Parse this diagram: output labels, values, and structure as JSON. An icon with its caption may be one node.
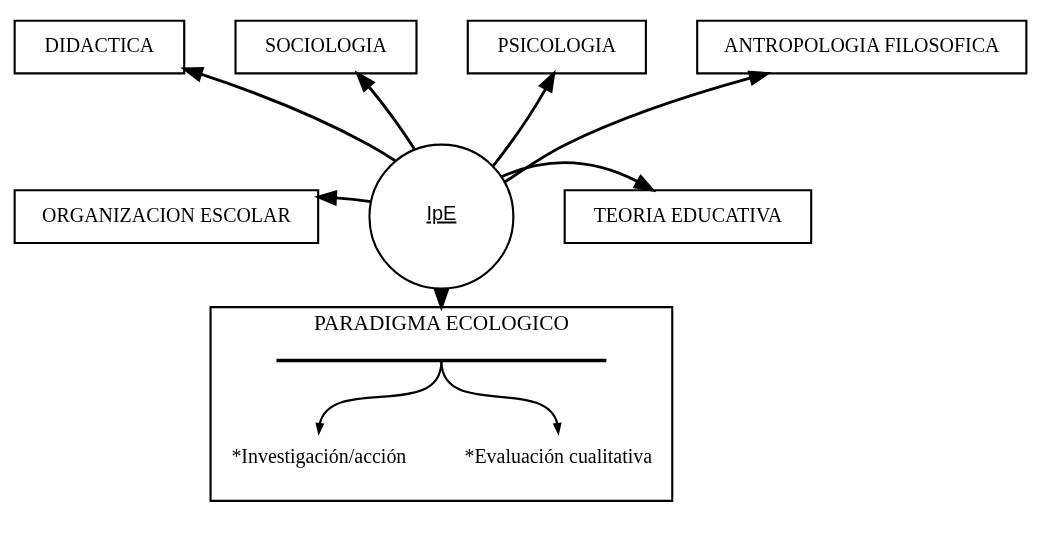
{
  "diagram": {
    "nodes": [
      {
        "text": [
          "PSICOLOGIA"
        ]
      },
      {
        "text": [
          "SOCIOLOGIA"
        ]
      },
      {
        "text": [
          "ANTROPOLOGIA FILOSOFICA"
        ]
      },
      {
        "text": [
          "DIDACTICA"
        ]
      },
      {
        "text": [
          "IpE"
        ]
      },
      {
        "text": [
          "ORGANIZACION ESCOLAR"
        ]
      },
      {
        "text": [
          "TEORIA EDUCATIVA"
        ]
      },
      {
        "text": [
          "PARADIGMA ECOLOGICO"
        ]
      },
      {
        "text": [],
        "shape": "bar",
        "in": 7
      },
      {
        "text": [
          "*Investigación/acción"
        ],
        "in": 7
      },
      {
        "text": [
          "*Evaluación cualitativa"
        ],
        "in": 7
      }
    ],
    "edges": [
      {
        "from": 4,
        "to": 0,
        "arrow": "to"
      },
      {
        "from": 4,
        "to": 1,
        "arrow": "to"
      },
      {
        "from": 4,
        "to": 2,
        "arrow": "to"
      },
      {
        "from": 4,
        "to": 3,
        "arrow": "to"
      },
      {
        "from": 4,
        "to": 5,
        "arrow": "to"
      },
      {
        "from": 4,
        "to": 6,
        "arrow": "to"
      },
      {
        "from": 4,
        "to": 7,
        "arrow": "to"
      },
      {
        "from": 8,
        "to": 9,
        "arrow": "to"
      },
      {
        "from": 8,
        "to": 10,
        "arrow": "to"
      }
    ]
  }
}
